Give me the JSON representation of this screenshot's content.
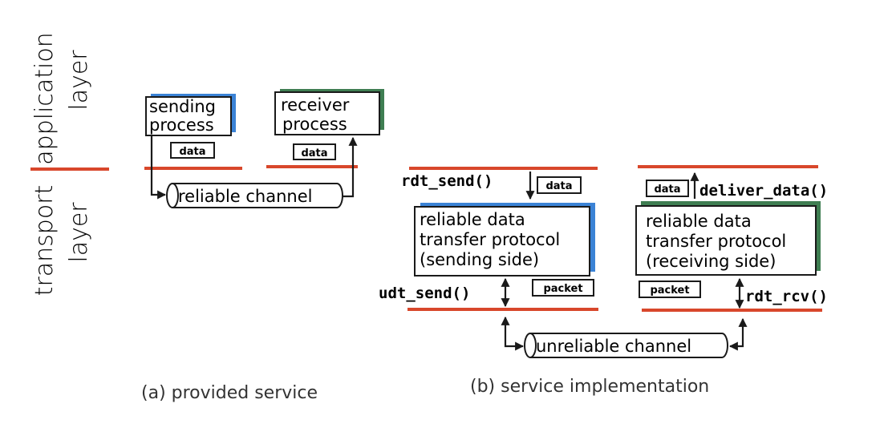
{
  "layers": {
    "application": [
      "application",
      "layer"
    ],
    "transport": [
      "transport",
      "layer"
    ]
  },
  "panel_a": {
    "sender": [
      "sending",
      "process"
    ],
    "receiver": [
      "receiver",
      "process"
    ],
    "sender_data": "data",
    "receiver_data": "data",
    "channel": "reliable channel",
    "caption": "(a)  provided service"
  },
  "panel_b": {
    "rdt_send": "rdt_send()",
    "send_data": "data",
    "deliver_data": "deliver_data()",
    "recv_data": "data",
    "sender_protocol": [
      "reliable data",
      "transfer protocol",
      "(sending side)"
    ],
    "receiver_protocol": [
      "reliable data",
      "transfer protocol",
      "(receiving side)"
    ],
    "udt_send": "udt_send()",
    "send_packet": "packet",
    "rdt_rcv": "rdt_rcv()",
    "recv_packet": "packet",
    "channel": "unreliable channel",
    "caption": "(b) service implementation"
  },
  "colors": {
    "divider": "#d8472b",
    "sender_accent": "#3b83d6",
    "receiver_accent": "#3f7e52",
    "ink": "#1a1a1a"
  }
}
